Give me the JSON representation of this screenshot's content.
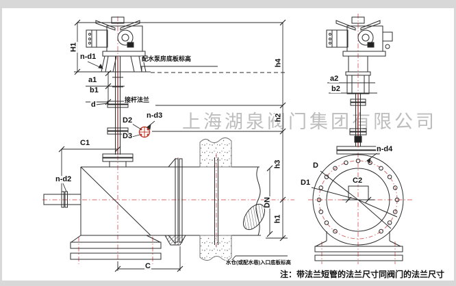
{
  "company_watermark": "上海湖泉阀门集团有限公司",
  "note": "注：带法兰短管的法兰尺寸同阀门的法兰尺寸",
  "callouts": {
    "pump_room_floor": "配水泵房底板标高",
    "stem_extension_flange": "接杆法兰",
    "sump_inlet_floor": "水仓(或配水巷)入口底板标高"
  },
  "dimension_labels": {
    "H1": "H1",
    "n_d1": "n-d1",
    "a1": "a1",
    "b1": "b1",
    "d": "d",
    "D2": "D2",
    "n_d3": "n-d3",
    "D3": "D3",
    "C1": "C1",
    "n_d2": "n-d2",
    "C": "C",
    "DN": "DN",
    "h1": "h1",
    "h2": "h2",
    "h3": "h3",
    "h4": "h4",
    "a2": "a2",
    "b2": "b2",
    "n_d4": "n-d4",
    "D": "D",
    "D1": "D1",
    "C2": "C2"
  },
  "colors": {
    "line": "#2b2b2b",
    "centerline_red": "#d96a6a",
    "accent_red": "#c0392b",
    "watermark_gray": "#878787",
    "frame_gray": "#d8d8d8"
  }
}
